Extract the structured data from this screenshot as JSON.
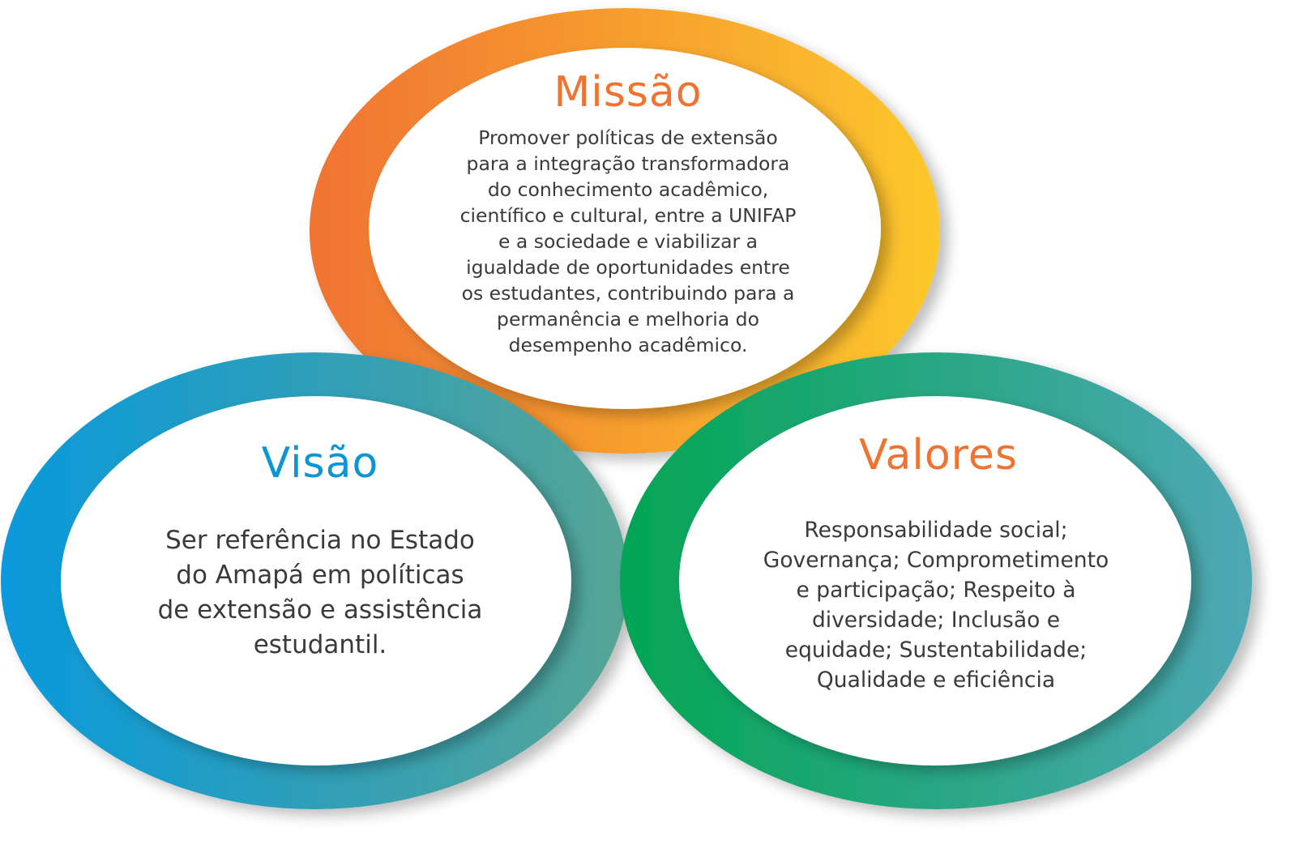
{
  "missao": {
    "title": "Missão",
    "lines": [
      "Promover políticas de extensão",
      "para a integração transformadora",
      "do conhecimento acadêmico,",
      "científico e cultural, entre a UNIFAP",
      "e a sociedade e viabilizar a",
      "igualdade de oportunidades entre",
      "os estudantes, contribuindo para a",
      "permanência e melhoria do",
      "desempenho acadêmico."
    ]
  },
  "visao": {
    "title": "Visão",
    "lines": [
      "Ser referência no Estado",
      "do Amapá em políticas",
      "de extensão e assistência",
      "estudantil."
    ]
  },
  "valores": {
    "title": "Valores",
    "lines": [
      "Responsabilidade social;",
      "Governança; Comprometimento",
      "e participação; Respeito à",
      "diversidade; Inclusão e",
      "equidade; Sustentabilidade;",
      "Qualidade e eficiência"
    ]
  },
  "colors": {
    "orange": "#f07331",
    "yellow": "#fdc82c",
    "blue": "#0b95d5",
    "teal": "#52a79a",
    "green": "#05a652",
    "tealblue": "#4aa8b3"
  }
}
